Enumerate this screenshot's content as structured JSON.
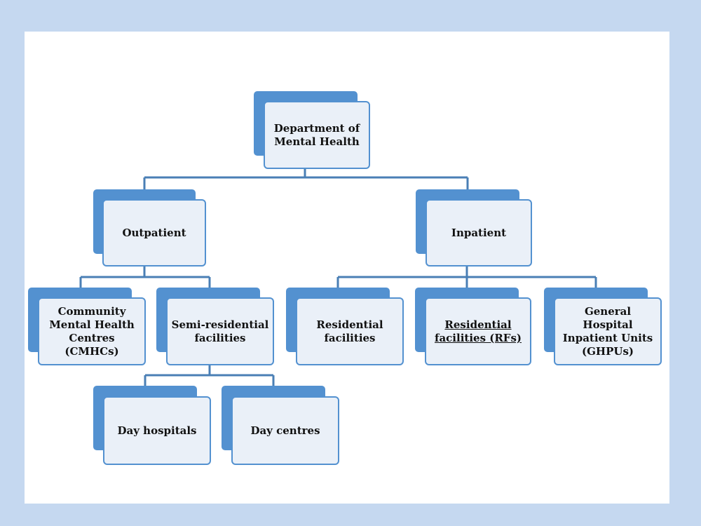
{
  "diagram": {
    "root": {
      "label_line1": "Department of",
      "label_line2": "Mental Health"
    },
    "outpatient": {
      "label": "Outpatient"
    },
    "inpatient": {
      "label": "Inpatient"
    },
    "cmhc": {
      "label_line1": "Community",
      "label_line2": "Mental Health",
      "label_line3": "Centres (CMHCs)"
    },
    "semi_residential": {
      "label_line1": "Semi-residential",
      "label_line2": "facilities"
    },
    "residential": {
      "label_line1": "Residential",
      "label_line2": "facilities"
    },
    "residential_rf": {
      "label_line1": "Residential",
      "label_line2": "facilities (RFs)"
    },
    "ghpu": {
      "label_line1": "General Hospital",
      "label_line2": "Inpatient Units",
      "label_line3": "(GHPUs)"
    },
    "day_hospitals": {
      "label": "Day hospitals"
    },
    "day_centres": {
      "label": "Day centres"
    },
    "colors": {
      "line": "#4a7fb5",
      "accent": "#5391d0",
      "box_fill": "#eaf0f8",
      "page_bg": "#c5d8f0"
    }
  }
}
